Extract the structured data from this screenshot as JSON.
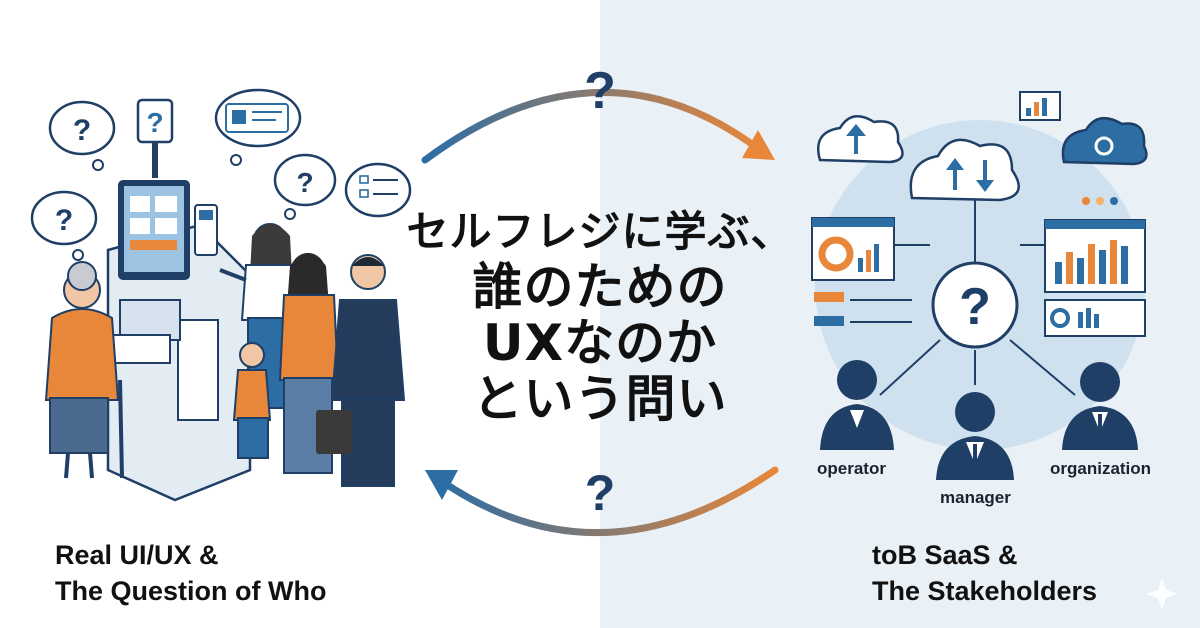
{
  "headline": {
    "line1": "セルフレジに学ぶ、",
    "line2": "誰のための",
    "line3": "UXなのか",
    "line4": "という問い"
  },
  "left_caption": {
    "line1": "Real UI/UX &",
    "line2": "The Question of Who"
  },
  "right_caption": {
    "line1": "toB SaaS &",
    "line2": "The Stakeholders"
  },
  "roles": {
    "operator": "operator",
    "manager": "manager",
    "organization": "organization"
  },
  "question_mark": "?",
  "colors": {
    "navy": "#1f3f66",
    "blue": "#2c6da3",
    "orange": "#e8873a",
    "right_bg": "#e9f1f7"
  }
}
